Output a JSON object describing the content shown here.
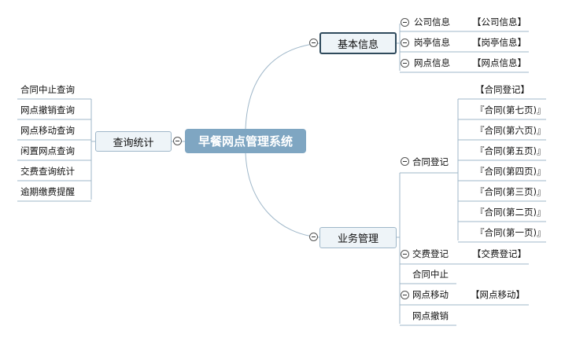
{
  "root": {
    "label": "早餐网点管理系统"
  },
  "query": {
    "label": "查询统计",
    "items": [
      "合同中止查询",
      "网点撤销查询",
      "网点移动查询",
      "闲置网点查询",
      "交费查询统计",
      "逾期缴费提醒"
    ]
  },
  "basic": {
    "label": "基本信息",
    "items": [
      {
        "label": "公司信息",
        "tag": "【公司信息】"
      },
      {
        "label": "岗亭信息",
        "tag": "【岗亭信息】"
      },
      {
        "label": "网点信息",
        "tag": "【网点信息】"
      }
    ]
  },
  "business": {
    "label": "业务管理",
    "contract_register": {
      "label": "合同登记",
      "items": [
        "【合同登记】",
        "『合同(第七页)』",
        "『合同(第六页)』",
        "『合同(第五页)』",
        "『合同(第四页)』",
        "『合同(第三页)』",
        "『合同(第二页)』",
        "『合同(第一页)』"
      ]
    },
    "fee_register": {
      "label": "交费登记",
      "tag": "【交费登记】"
    },
    "contract_stop": {
      "label": "合同中止"
    },
    "site_move": {
      "label": "网点移动",
      "tag": "【网点移动】"
    },
    "site_revoke": {
      "label": "网点撤销"
    }
  },
  "colors": {
    "root_fill": "#7fa6c2",
    "node_fill": "#eef4f8",
    "line": "#9fb7c9",
    "selected_border": "#2f4a5c"
  }
}
